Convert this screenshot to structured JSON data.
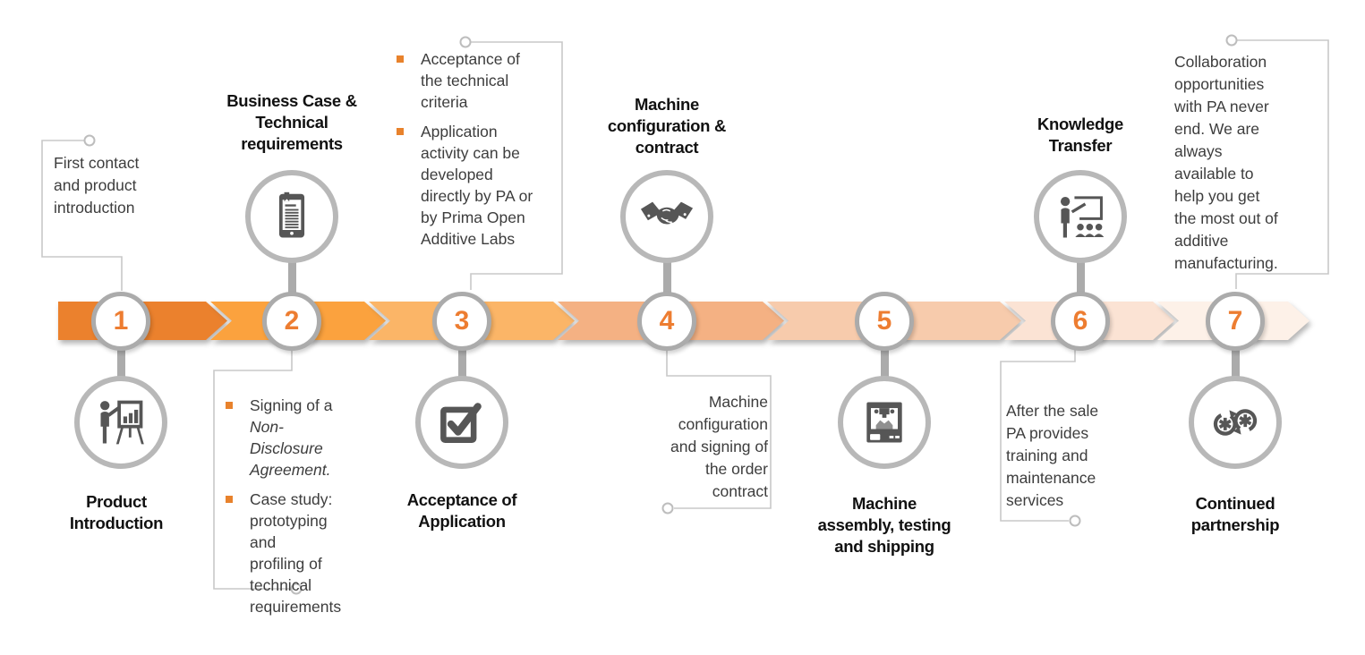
{
  "diagram": {
    "type": "process-timeline",
    "step_count": 7,
    "colors": {
      "arrow_segments": [
        "#EB812D",
        "#FBA23E",
        "#FBB567",
        "#F4B183",
        "#F7CBAC",
        "#FBE3D4",
        "#FDF1E8"
      ],
      "step_number": "#ED7D31",
      "number_ring": "#ABABAB",
      "icon_ring": "#B8B8B8",
      "icon_glyph": "#565656",
      "bullet_marker": "#E8822C",
      "connector_line": "#C8C8C8",
      "body_text": "#3D3D3D",
      "label_text": "#111111"
    }
  },
  "steps": [
    {
      "number": "1",
      "icon": "presenter-flipchart-icon",
      "label": "Product\nIntroduction",
      "note": "First contact\nand product\nintroduction"
    },
    {
      "number": "2",
      "icon": "tablet-document-icon",
      "title": "Business Case &\nTechnical\nrequirements",
      "bullets": [
        {
          "text": "Signing of a ",
          "italic": "Non-\nDisclosure\nAgreement."
        },
        {
          "text": "Case study:\nprototyping and\nprofiling of\ntechnical\nrequirements",
          "italic": ""
        }
      ]
    },
    {
      "number": "3",
      "icon": "checkbox-check-icon",
      "label": "Acceptance of\nApplication",
      "bullets": [
        {
          "text": "Acceptance of\nthe technical\ncriteria",
          "italic": ""
        },
        {
          "text": "Application\nactivity can be\ndeveloped\ndirectly by PA or\nby Prima Open\nAdditive Labs",
          "italic": ""
        }
      ]
    },
    {
      "number": "4",
      "icon": "handshake-icon",
      "title": "Machine\nconfiguration &\ncontract",
      "note": "Machine\nconfiguration\nand signing of\nthe order\ncontract"
    },
    {
      "number": "5",
      "icon": "printer-3d-icon",
      "label": "Machine\nassembly, testing\nand shipping"
    },
    {
      "number": "6",
      "icon": "classroom-training-icon",
      "title": "Knowledge\nTransfer",
      "note": "After the sale\nPA provides\ntraining and\nmaintenance\nservices"
    },
    {
      "number": "7",
      "icon": "sync-gears-icon",
      "label": "Continued\npartnership",
      "note": "Collaboration\nopportunities\nwith PA never\nend. We are\nalways\navailable to\nhelp you get\nthe most out of\nadditive\nmanufacturing."
    }
  ]
}
